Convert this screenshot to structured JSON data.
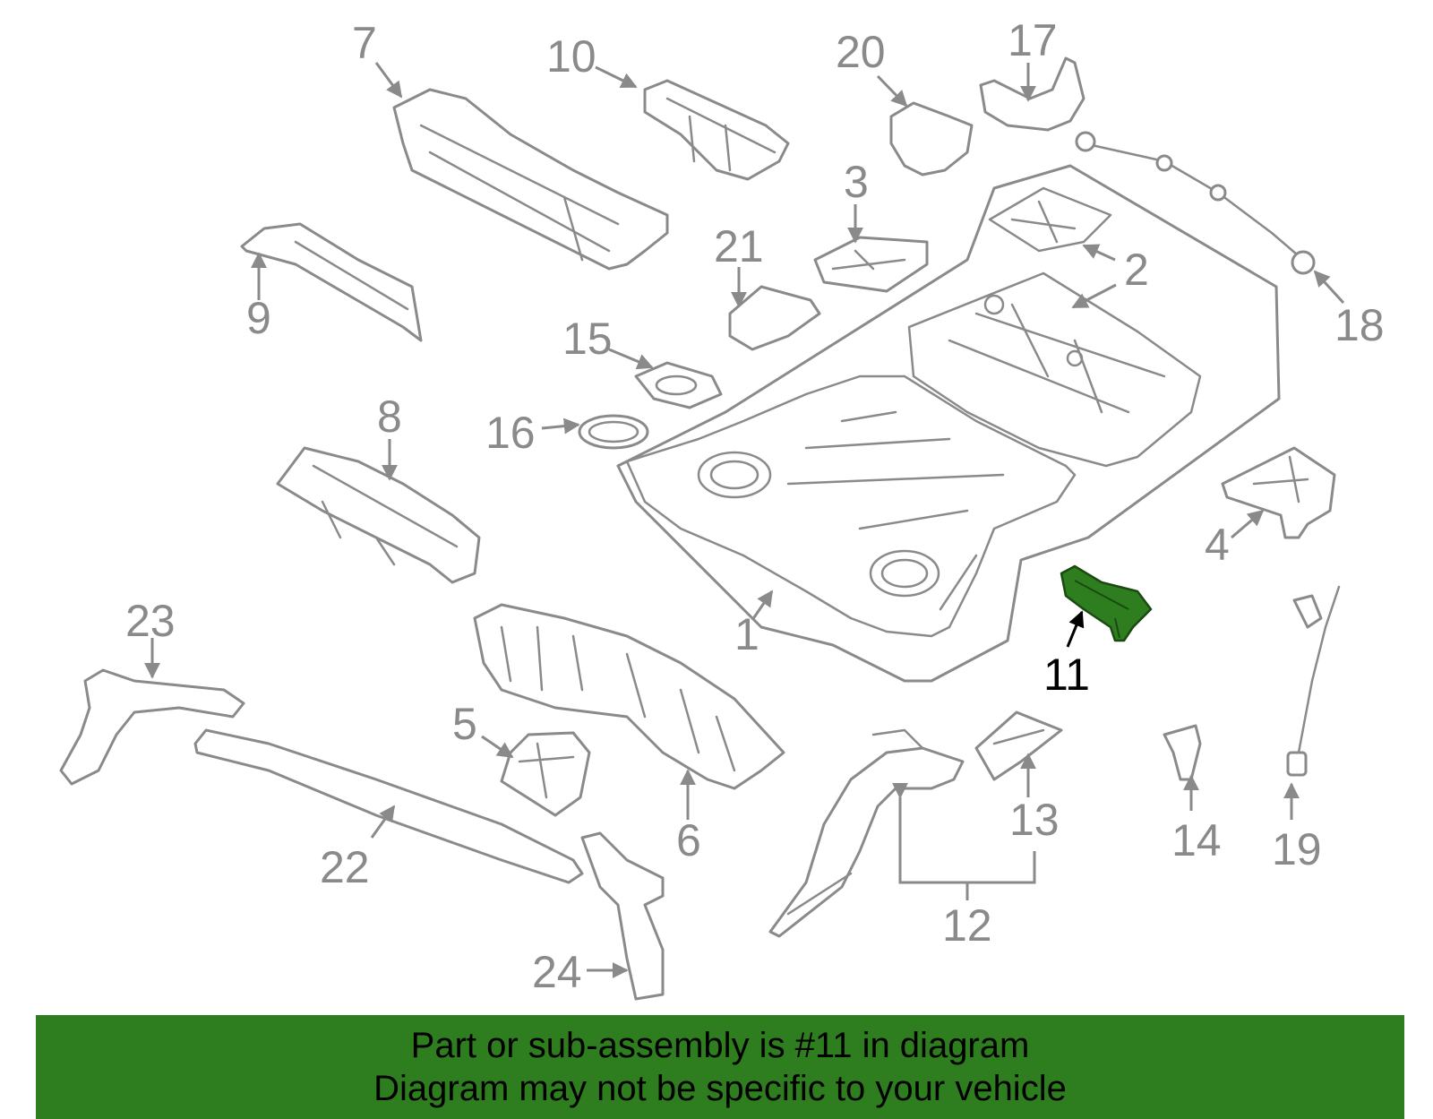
{
  "colors": {
    "line": "#8a8a8a",
    "highlight_part": "#2e7d1e",
    "banner": "#2e7d1e",
    "highlight_label": "#000000"
  },
  "highlighted_part": "11",
  "labels": {
    "p1": "1",
    "p2": "2",
    "p3": "3",
    "p4": "4",
    "p5": "5",
    "p6": "6",
    "p7": "7",
    "p8": "8",
    "p9": "9",
    "p10": "10",
    "p11": "11",
    "p12": "12",
    "p13": "13",
    "p14": "14",
    "p15": "15",
    "p16": "16",
    "p17": "17",
    "p18": "18",
    "p19": "19",
    "p20": "20",
    "p21": "21",
    "p22": "22",
    "p23": "23",
    "p24": "24"
  },
  "banner": {
    "line1": "Part or sub-assembly is #11 in diagram",
    "line2": "Diagram may not be specific to your vehicle"
  }
}
